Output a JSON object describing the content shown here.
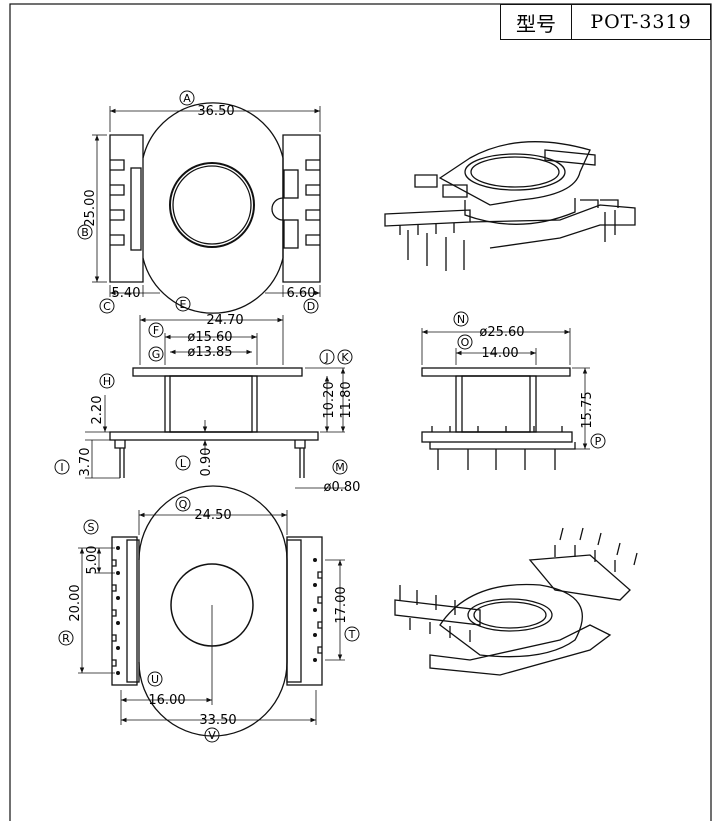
{
  "title_block": {
    "label": "型号",
    "model": "POT-3319"
  },
  "top_view": {
    "A": {
      "letter": "A",
      "value": "36.50"
    },
    "B": {
      "letter": "B",
      "value": "25.00"
    },
    "C": {
      "letter": "C",
      "value": "5.40"
    },
    "D": {
      "letter": "D",
      "value": "6.60"
    }
  },
  "side_view": {
    "E": {
      "letter": "E",
      "value": "24.70"
    },
    "F": {
      "letter": "F",
      "value": "ø15.60"
    },
    "G": {
      "letter": "G",
      "value": "ø13.85"
    },
    "H": {
      "letter": "H",
      "value": "2.20"
    },
    "I": {
      "letter": "I",
      "value": "3.70"
    },
    "J": {
      "letter": "J",
      "value": "10.20"
    },
    "K": {
      "letter": "K",
      "value": "11.80"
    },
    "L": {
      "letter": "L",
      "value": "0.90"
    },
    "M": {
      "letter": "M",
      "value": "ø0.80"
    }
  },
  "front_view": {
    "N": {
      "letter": "N",
      "value": "ø25.60"
    },
    "O": {
      "letter": "O",
      "value": "14.00"
    },
    "P": {
      "letter": "P",
      "value": "15.75"
    }
  },
  "bottom_view": {
    "Q": {
      "letter": "Q",
      "value": "24.50"
    },
    "R": {
      "letter": "R",
      "value": "20.00"
    },
    "S": {
      "letter": "S",
      "value": "5.00"
    },
    "T": {
      "letter": "T",
      "value": "17.00"
    },
    "U": {
      "letter": "U",
      "value": "16.00"
    },
    "V": {
      "letter": "V",
      "value": "33.50"
    }
  }
}
